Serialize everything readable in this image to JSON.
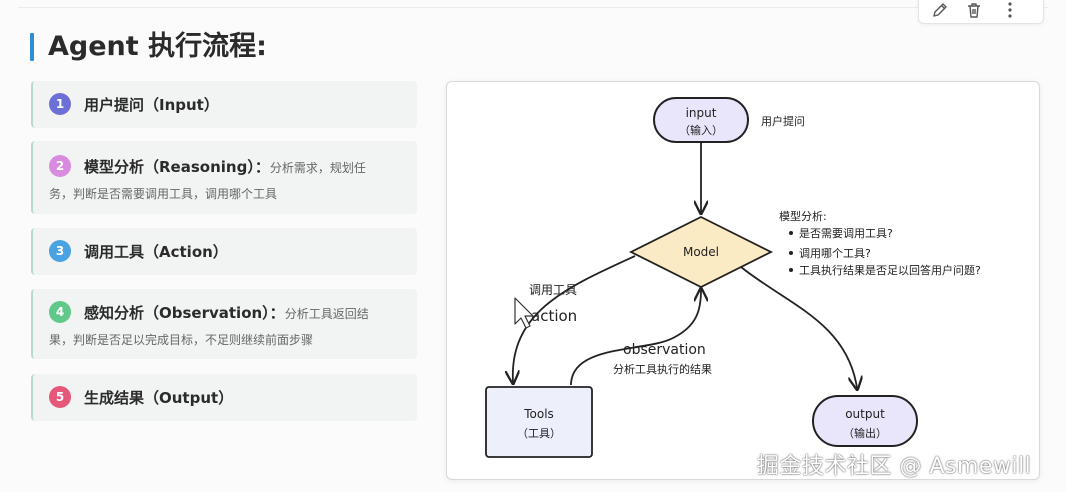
{
  "page": {
    "title": "Agent 执行流程:"
  },
  "toolbar": {
    "icons": [
      "pencil-icon",
      "trash-icon",
      "more-vertical-icon"
    ]
  },
  "steps": [
    {
      "num": "1",
      "color": "#6b6fd6",
      "title": "用户提问（Input）",
      "desc": ""
    },
    {
      "num": "2",
      "color": "#d98be0",
      "title": "模型分析（Reasoning）：",
      "desc": "分析需求，规划任",
      "desc2": "务，判断是否需要调用工具，调用哪个工具"
    },
    {
      "num": "3",
      "color": "#4aa3e0",
      "title": "调用工具（Action）",
      "desc": ""
    },
    {
      "num": "4",
      "color": "#5fc88a",
      "title": "感知分析（Observation）：",
      "desc": "分析工具返回结",
      "desc2": "果，判断是否足以完成目标，不足则继续前面步骤"
    },
    {
      "num": "5",
      "color": "#e5587a",
      "title": "生成结果（Output）",
      "desc": ""
    }
  ],
  "diagram": {
    "input": {
      "line1": "input",
      "line2": "（输入）",
      "note": "用户提问"
    },
    "model": {
      "label": "Model",
      "note_title": "模型分析:",
      "bullets": [
        "是否需要调用工具?",
        "调用哪个工具?",
        "工具执行结果是否足以回答用户问题?"
      ]
    },
    "tools": {
      "line1": "Tools",
      "line2": "（工具）"
    },
    "output": {
      "line1": "output",
      "line2": "（输出）"
    },
    "action": {
      "cn": "调用工具",
      "en": "action"
    },
    "observation": {
      "en": "observation",
      "cn": "分析工具执行的结果"
    },
    "colors": {
      "pill_fill": "#e9e6fb",
      "diamond_fill": "#fbebc4",
      "tools_fill": "#edf0fb",
      "stroke": "#222222"
    }
  },
  "watermark": "掘金技术社区 @ Asmewill"
}
